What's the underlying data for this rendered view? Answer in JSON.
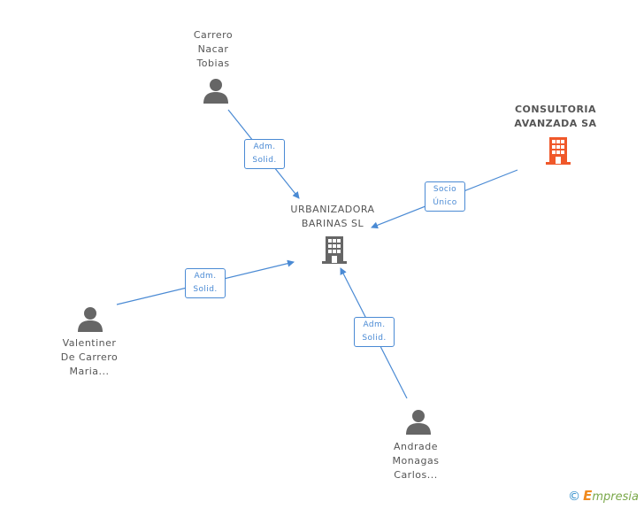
{
  "nodes": {
    "center": {
      "label": "URBANIZADORA\nBARINAS SL",
      "icon": "building-icon",
      "color": "#666666"
    },
    "consultoria": {
      "label": "CONSULTORIA\nAVANZADA SA",
      "icon": "building-icon",
      "color": "#f0582a"
    },
    "carrero": {
      "label": "Carrero\nNacar\nTobias",
      "icon": "person-icon",
      "color": "#666666"
    },
    "valentiner": {
      "label": "Valentiner\nDe Carrero\nMaria...",
      "icon": "person-icon",
      "color": "#666666"
    },
    "andrade": {
      "label": "Andrade\nMonagas\nCarlos...",
      "icon": "person-icon",
      "color": "#666666"
    }
  },
  "edges": {
    "carrero": "Adm.\nSolid.",
    "consultoria": "Socio\nÚnico",
    "valentiner": "Adm.\nSolid.",
    "andrade": "Adm.\nSolid."
  },
  "colors": {
    "edge": "#4a8ad4"
  },
  "footer": {
    "copyright": "©",
    "brand_initial": "E",
    "brand_rest": "mpresia"
  }
}
